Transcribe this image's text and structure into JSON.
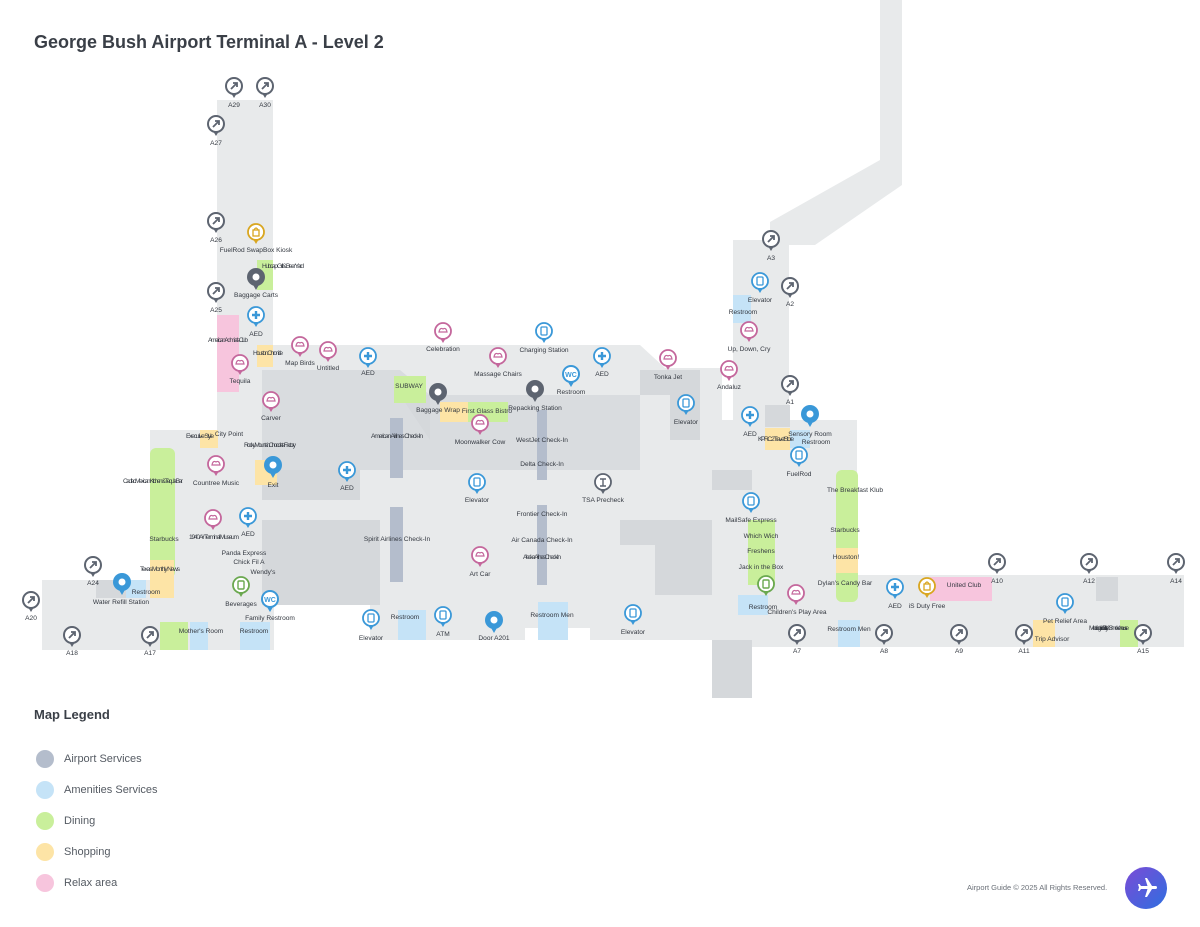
{
  "title": "George Bush Airport Terminal A -  Level 2",
  "legend": {
    "title": "Map Legend",
    "items": [
      {
        "label": "Airport Services",
        "color": "#b4bdcc"
      },
      {
        "label": "Amenities Services",
        "color": "#c5e3f7"
      },
      {
        "label": "Dining",
        "color": "#c9ef9b"
      },
      {
        "label": "Shopping",
        "color": "#fde4a6"
      },
      {
        "label": "Relax area",
        "color": "#f7c5dd"
      }
    ]
  },
  "copyright": "Airport Guide © 2025 All Rights Reserved.",
  "colors": {
    "floor": "#e8eaeb",
    "dark_floor": "#d5d8db",
    "airport_services": "#b4bdcc",
    "amenities": "#c5e3f7",
    "dining": "#c9ef9b",
    "shopping": "#fde4a6",
    "relax": "#f7c5dd",
    "gate_icon": "#5d6470",
    "relax_icon": "#c4679c",
    "info_icon": "#3a98d8",
    "dining_icon": "#6aa84f",
    "shopping_icon": "#d9a620"
  },
  "gates": [
    "A29",
    "A30",
    "A27",
    "A26",
    "A25",
    "A24",
    "A20",
    "A18",
    "A17",
    "A3",
    "A2",
    "A1",
    "A7",
    "A8",
    "A9",
    "A10",
    "A11",
    "A12",
    "A14",
    "A15"
  ],
  "places": {
    "fuelrod_swapbox": "FuelRod SwapBox Kiosk",
    "hubcap": "Hubcap Grill & Beer Yard",
    "baggage_carts": "Baggage Carts",
    "aed": "AED",
    "american_admirals": "American Admirals Club",
    "houston_chronicle": "Houston Chronicle",
    "map_birds": "Map Birds",
    "untitled": "Untitled",
    "celebration": "Celebration",
    "massage_chairs": "Massage Chairs",
    "charging_station": "Charging Station",
    "tonka_jet": "Tonka Jet",
    "up_down_cry": "Up, Down, Cry",
    "elevator": "Elevator",
    "restroom": "Restroom",
    "andaluz": "Andaluz",
    "tequila": "Tequila",
    "carver": "Carver",
    "subway": "SUBWAY",
    "baggage_wrap": "Baggage Wrap",
    "first_glass": "First Glass Bistro",
    "repacking": "Repacking Station",
    "executive_style": "Executive Style",
    "city_point": "City Point",
    "rocky_mountain": "Rocky Mountain Chocolate Factory",
    "american_checkin": "American Airlines Check-In",
    "moonwalker": "Moonwalker Cow",
    "westjet": "WestJet Check-In",
    "delta": "Delta Check-In",
    "kprc": "KPRC 2 Travel Store",
    "sensory_room": "Sensory Room",
    "fuelrod": "FuelRod",
    "cadillac": "Cadillac Mexican Kitchen & Tequila Bar",
    "countree": "Countree Music",
    "exit": "Exit",
    "tsa_precheck": "TSA Precheck",
    "breakfast_klub": "The Breakfast Klub",
    "mailsafe": "MailSafe Express",
    "frontier": "Frontier Check-In",
    "museum": "1940 Air Terminal Museum",
    "starbucks": "Starbucks",
    "panda": "Panda Express",
    "chick_fil_a": "Chick Fil A",
    "wendys": "Wendy's",
    "spirit": "Spirit Airlines Check-In",
    "air_canada": "Air Canada Check-In",
    "alaska": "Alaska Airlines Check-In",
    "which_wich": "Which Wich",
    "freshens": "Freshens",
    "houston": "Houston!",
    "jack": "Jack in the Box",
    "texas_news": "Texas Monthly News",
    "water_refill": "Water Refill Station",
    "beverages": "Beverages",
    "family_restroom": "Family Restroom",
    "art_car": "Art Car",
    "dylans": "Dylan's Candy Bar",
    "is_duty_free": "iS Duty Free",
    "united_club": "United Club",
    "childrens_play": "Children's Play Area",
    "pet_relief": "Pet Relief Area",
    "mothers_room": "Mother's Room",
    "atm": "ATM",
    "door_a201": "Door A201",
    "restroom_men": "Restroom Men",
    "trip_advisor": "Trip Advisor",
    "mockingbird": "Mockingbird Distillery & Smokehouse"
  }
}
